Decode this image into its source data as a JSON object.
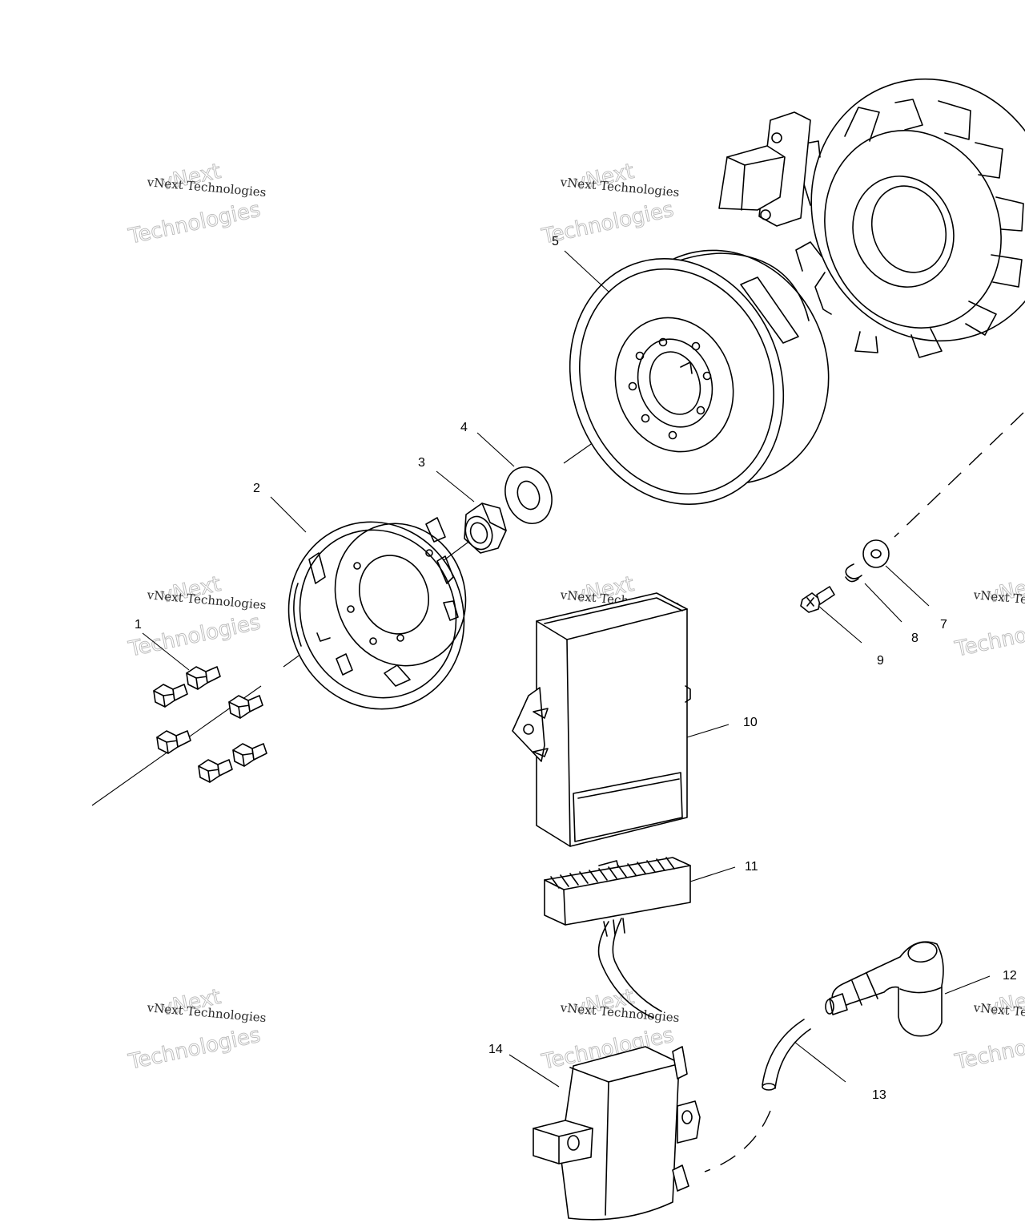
{
  "callouts": {
    "c1": "1",
    "c2": "2",
    "c3": "3",
    "c4": "4",
    "c5": "5",
    "c7": "7",
    "c8": "8",
    "c9": "9",
    "c10": "10",
    "c11": "11",
    "c12": "12",
    "c13": "13",
    "c14": "14"
  },
  "watermark": {
    "line1": "vNext",
    "line2": "vNext Technologies",
    "line3": "Technologies"
  },
  "colors": {
    "ink": "#000000",
    "background": "#ffffff",
    "watermark": "#b9b9b9"
  }
}
